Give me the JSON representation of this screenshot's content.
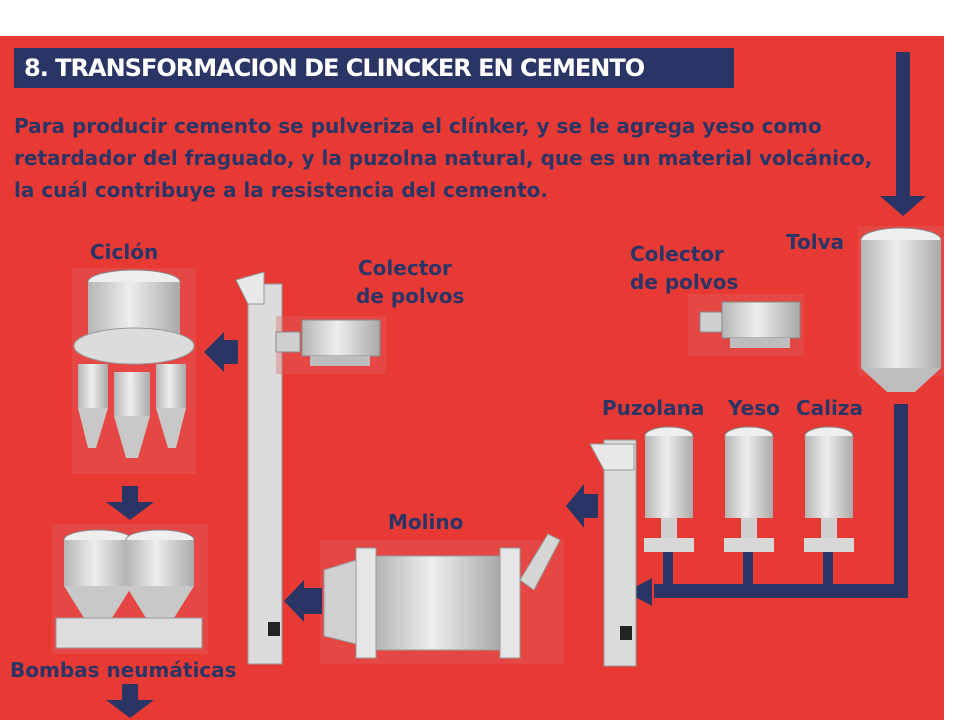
{
  "title": "8. TRANSFORMACION DE CLINCKER EN CEMENTO",
  "intro": "Para producir cemento se pulveriza el clínker, y se le agrega yeso como retardador del fraguado, y la puzolna natural, que es un material volcánico, la cuál contribuye a la resistencia del cemento.",
  "labels": {
    "ciclon": "Ciclón",
    "colector_left_1": "Colector",
    "colector_left_2": "de polvos",
    "colector_right_1": "Colector",
    "colector_right_2": "de polvos",
    "tolva": "Tolva",
    "puzolana": "Puzolana",
    "yeso": "Yeso",
    "caliza": "Caliza",
    "molino": "Molino",
    "bombas": "Bombas neumáticas"
  },
  "colors": {
    "background": "#e83a35",
    "arrow": "#2a3566",
    "equipment": "#d9d9d9"
  }
}
